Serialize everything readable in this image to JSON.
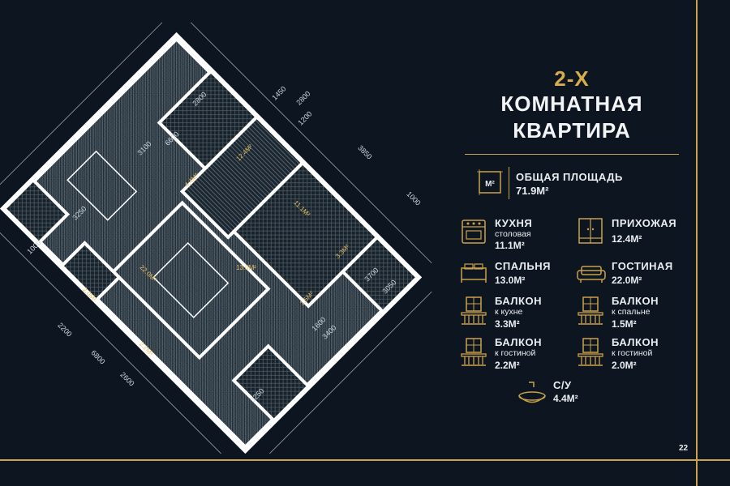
{
  "title": {
    "line1": "2-Х",
    "line2": "КОМНАТНАЯ",
    "line3": "КВАРТИРА"
  },
  "total_area": {
    "icon_text": "М²",
    "label": "ОБЩАЯ ПЛОЩАДЬ",
    "value": "71.9М²"
  },
  "rooms": [
    {
      "icon": "stove-icon",
      "label": "КУХНЯ",
      "sub": "столовая",
      "value": "11.1М²"
    },
    {
      "icon": "wardrobe-icon",
      "label": "ПРИХОЖАЯ",
      "sub": "",
      "value": "12.4М²"
    },
    {
      "icon": "bed-icon",
      "label": "СПАЛЬНЯ",
      "sub": "",
      "value": "13.0М²"
    },
    {
      "icon": "sofa-icon",
      "label": "ГОСТИНАЯ",
      "sub": "",
      "value": "22.0М²"
    },
    {
      "icon": "balcony-icon",
      "label": "БАЛКОН",
      "sub": "к кухне",
      "value": "3.3М²"
    },
    {
      "icon": "balcony-icon",
      "label": "БАЛКОН",
      "sub": "к спальне",
      "value": "1.5М²"
    },
    {
      "icon": "balcony-icon",
      "label": "БАЛКОН",
      "sub": "к гостиной",
      "value": "2.2М²"
    },
    {
      "icon": "balcony-icon",
      "label": "БАЛКОН",
      "sub": "к гостиной",
      "value": "2.0М²"
    },
    {
      "icon": "sink-icon",
      "label": "С/У",
      "sub": "",
      "value": "4.4М²"
    }
  ],
  "plan": {
    "dimensions": [
      "2800",
      "1450",
      "2800",
      "1200",
      "6600",
      "3100",
      "3850",
      "1000",
      "3250",
      "1000",
      "3700",
      "3050",
      "2200",
      "1600",
      "3400",
      "6800",
      "2600",
      "3250"
    ],
    "room_labels": [
      "12.4М²",
      "4.4М²",
      "11.1М²",
      "22.0М²",
      "13.0М²",
      "3.3М²",
      "2.0М²",
      "1.5М²",
      "2.2М²"
    ]
  },
  "page_number": "22",
  "colors": {
    "background": "#0d1620",
    "accent": "#c9a24a",
    "text": "#e9edf1"
  }
}
